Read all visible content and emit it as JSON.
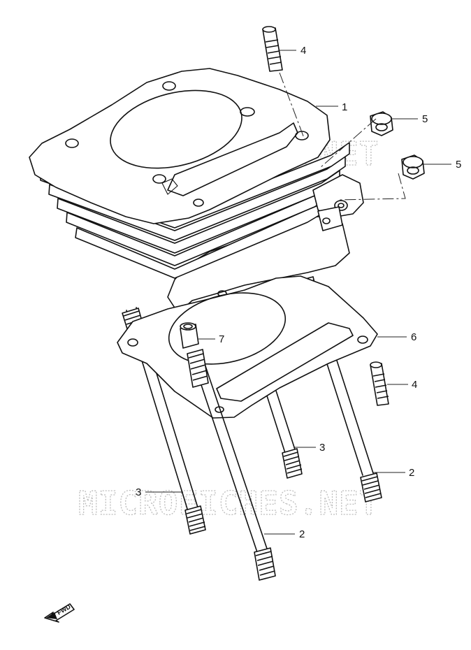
{
  "callouts": [
    {
      "id": "c1",
      "label": "1"
    },
    {
      "id": "c2a",
      "label": "2"
    },
    {
      "id": "c2b",
      "label": "2"
    },
    {
      "id": "c3a",
      "label": "3"
    },
    {
      "id": "c3b",
      "label": "3"
    },
    {
      "id": "c4a",
      "label": "4"
    },
    {
      "id": "c4b",
      "label": "4"
    },
    {
      "id": "c5a",
      "label": "5"
    },
    {
      "id": "c5b",
      "label": "5"
    },
    {
      "id": "c6",
      "label": "6"
    },
    {
      "id": "c7",
      "label": "7"
    }
  ],
  "watermark": "MICROFICHES.NET",
  "fwd_label": "FWD",
  "icons": {
    "direction": "fwd-arrow-icon"
  },
  "colors": {
    "line": "#111111",
    "watermark": "#bdbdbd",
    "background": "#ffffff"
  }
}
